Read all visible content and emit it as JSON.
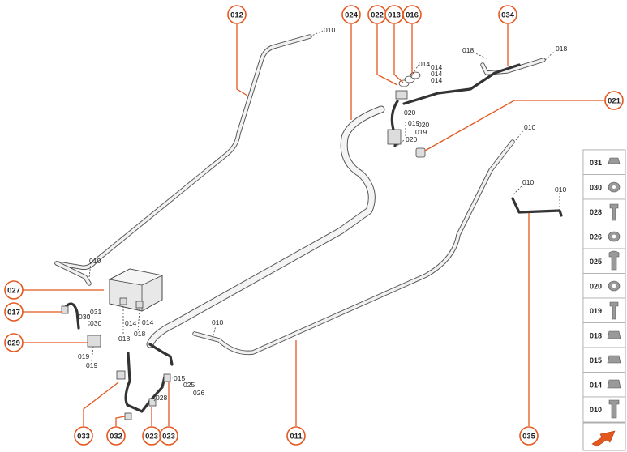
{
  "callouts": [
    "012",
    "024",
    "022",
    "013",
    "016",
    "034",
    "021",
    "027",
    "017",
    "029",
    "033",
    "032",
    "023",
    "023",
    "011",
    "035"
  ],
  "part_labels": {
    "l010_top": "010",
    "l010_left": "010",
    "l010_mid": "010",
    "l010_right_up": "010",
    "l010_right_a": "010",
    "l010_right_b": "010",
    "l018_a": "018",
    "l018_b": "018",
    "l014_1": "014",
    "l014_2": "014",
    "l014_3": "014",
    "l014_4": "014",
    "l020_1": "020",
    "l019_1": "019",
    "l020_2": "020",
    "l019_2": "019",
    "l020_3": "020",
    "l031": "031",
    "l030": "030",
    "l030b": "030",
    "l019_l1": "019",
    "l019_l2": "019",
    "l014_box1": "014",
    "l014_box2": "014",
    "l018_box1": "018",
    "l018_box2": "018",
    "l015": "015",
    "l025": "025",
    "l026": "026",
    "l028": "028"
  },
  "legend": [
    "031",
    "030",
    "028",
    "026",
    "025",
    "020",
    "019",
    "018",
    "015",
    "014",
    "010"
  ]
}
